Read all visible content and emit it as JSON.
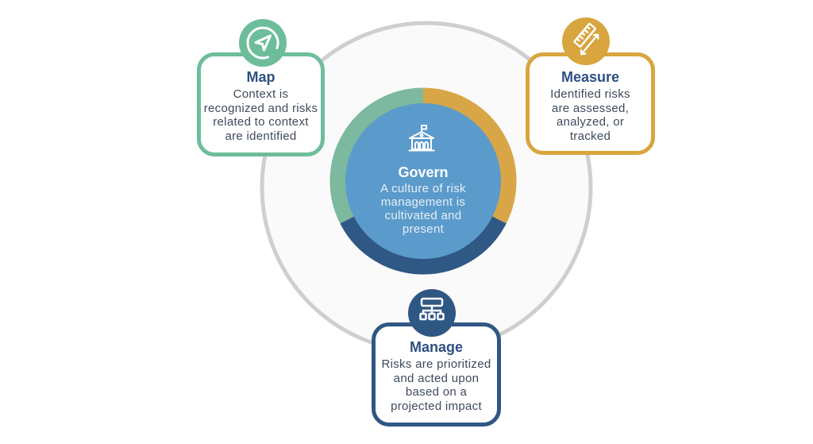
{
  "colors": {
    "outer_ring": "#cfcfcf",
    "outer_ring_fill": "#fafafa",
    "map": "#6dbd9b",
    "map_segment": "#7cb99f",
    "measure": "#d9a53f",
    "measure_segment": "#d8a646",
    "manage": "#2f5784",
    "manage_segment": "#2f5885",
    "govern_fill": "#5b9bcb"
  },
  "govern": {
    "title": "Govern",
    "lines": [
      "A culture of risk",
      "management is",
      "cultivated and",
      "present"
    ],
    "icon": "building-flag-icon"
  },
  "map": {
    "title": "Map",
    "lines": [
      "Context is",
      "recognized and risks",
      "related to context",
      "are identified"
    ],
    "icon": "navigation-arrow-icon"
  },
  "measure": {
    "title": "Measure",
    "lines": [
      "Identified risks",
      "are assessed,",
      "analyzed, or",
      "tracked"
    ],
    "icon": "ruler-icon"
  },
  "manage": {
    "title": "Manage",
    "lines": [
      "Risks are prioritized",
      "and acted upon",
      "based on a",
      "projected impact"
    ],
    "icon": "hierarchy-icon"
  }
}
